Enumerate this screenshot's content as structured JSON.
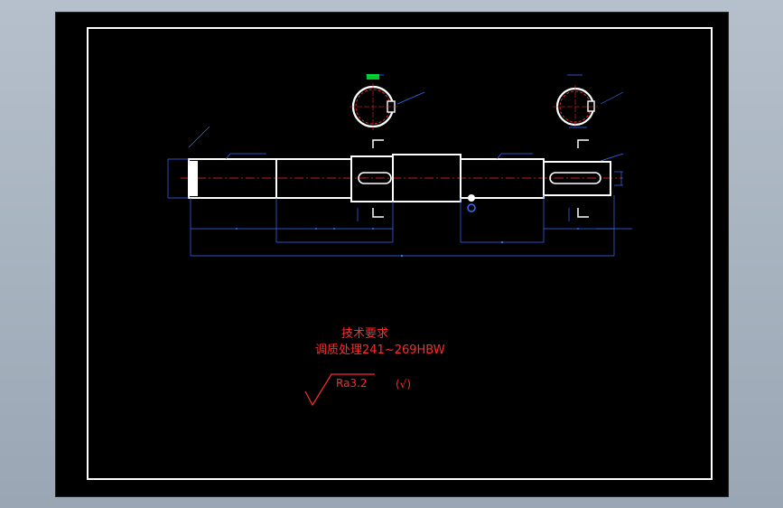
{
  "drawing": {
    "tech_requirements_title": "技术要求",
    "tech_requirements_line": "调质处理241~269HBW",
    "roughness_value": "Ra3.2",
    "roughness_rest": "(√)"
  },
  "colors": {
    "background": "#000000",
    "outline": "#ffffff",
    "dimension": "#3a6cff",
    "centerline": "#ff2a2a",
    "text": "#ff2a2a",
    "section_arc": "#ff3030",
    "marker": "#3a6cff",
    "accent": "#00ff33"
  }
}
